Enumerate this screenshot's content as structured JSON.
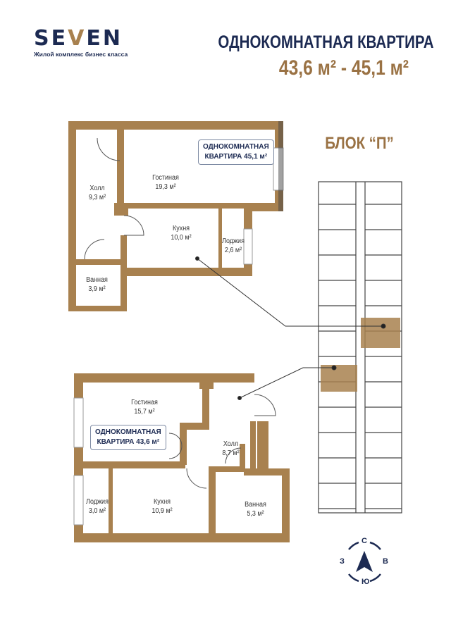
{
  "brand": {
    "name_part1": "SE",
    "name_part2": "V",
    "name_part3": "EN",
    "tagline": "Жилой комплекс бизнес класса"
  },
  "header": {
    "title": "ОДНОКОМНАТНАЯ КВАРТИРА",
    "area_range": "43,6 м² - 45,1 м²"
  },
  "block_label": "БЛОК “П”",
  "plan_a": {
    "badge_line1": "ОДНОКОМНАТНАЯ",
    "badge_line2": "КВАРТИРА 45,1 м²",
    "rooms": [
      {
        "name": "Холл",
        "area": "9,3 м²"
      },
      {
        "name": "Гостиная",
        "area": "19,3 м²"
      },
      {
        "name": "Кухня",
        "area": "10,0 м²"
      },
      {
        "name": "Лоджия",
        "area": "2,6 м²"
      },
      {
        "name": "Ванная",
        "area": "3,9 м²"
      }
    ]
  },
  "plan_b": {
    "badge_line1": "ОДНОКОМНАТНАЯ",
    "badge_line2": "КВАРТИРА 43,6 м²",
    "rooms": [
      {
        "name": "Гостиная",
        "area": "15,7 м²"
      },
      {
        "name": "Холл",
        "area": "8,7 м²"
      },
      {
        "name": "Лоджия",
        "area": "3,0 м²"
      },
      {
        "name": "Кухня",
        "area": "10,9 м²"
      },
      {
        "name": "Ванная",
        "area": "5,3 м²"
      }
    ]
  },
  "compass": {
    "north": "С",
    "south": "Ю",
    "west": "З",
    "east": "В"
  },
  "colors": {
    "navy": "#1c2a52",
    "wall": "#a8814f",
    "gold": "#9a7244"
  }
}
